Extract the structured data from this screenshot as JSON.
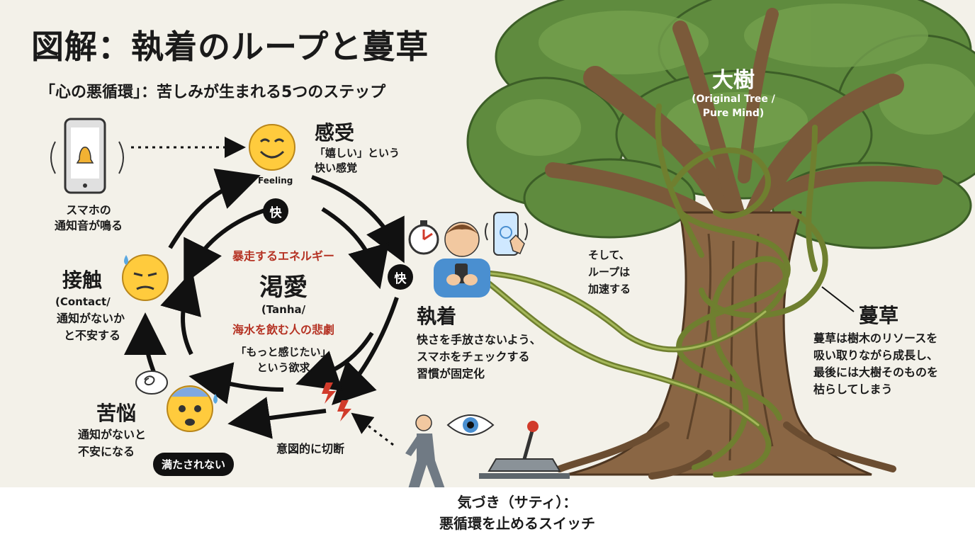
{
  "title": "図解：執着のループと蔓草",
  "subtitle": "「心の悪循環」：苦しみが生まれる5つのステップ",
  "steps": {
    "feeling": {
      "title": "感受",
      "desc1": "「嬉しい」という",
      "desc2": "快い感覚",
      "en": "Feeling"
    },
    "attachment": {
      "title": "執着",
      "desc1": "快さを手放さないよう、",
      "desc2": "スマホをチェックする",
      "desc3": "習慣が固定化"
    },
    "suffering": {
      "title": "苦悩",
      "desc1": "通知がないと",
      "desc2": "不安になる",
      "badge": "満たされない"
    },
    "contact": {
      "title": "接触",
      "en": "(Contact/",
      "desc1": "通知がないか",
      "desc2": "と不安する"
    }
  },
  "center": {
    "top": "暴走するエネルギー",
    "main": "渇愛",
    "en": "(Tanha/",
    "metaphor": "海水を飲む人の悲劇",
    "line1": "「もっと感じたい」",
    "line2": "という欲求"
  },
  "kai_label": "快",
  "phone_caption": {
    "line1": "スマホの",
    "line2": "通知音が鳴る"
  },
  "cut_label": "意図的に切断",
  "awareness": {
    "line1": "気づき（サティ）：",
    "line2": "悪循環を止めるスイッチ"
  },
  "loop_note": {
    "line1": "そして、",
    "line2": "ループは",
    "line3": "加速する"
  },
  "tree": {
    "title": "大樹",
    "en1": "(Original Tree /",
    "en2": "Pure Mind)"
  },
  "vine": {
    "title": "蔓草",
    "desc1": "蔓草は樹木のリソースを",
    "desc2": "吸い取りながら成長し、",
    "desc3": "最後には大樹そのものを",
    "desc4": "枯らしてしまう"
  },
  "icons": [
    "smartphone-bell-icon",
    "smiling-face-icon",
    "worried-face-icon",
    "anxious-face-icon",
    "stopwatch-icon",
    "person-with-phone-icon",
    "hand-tapping-phone-icon",
    "lightning-icon",
    "walking-person-icon",
    "eye-icon",
    "lever-switch-icon",
    "tree-icon",
    "vine-icon"
  ]
}
